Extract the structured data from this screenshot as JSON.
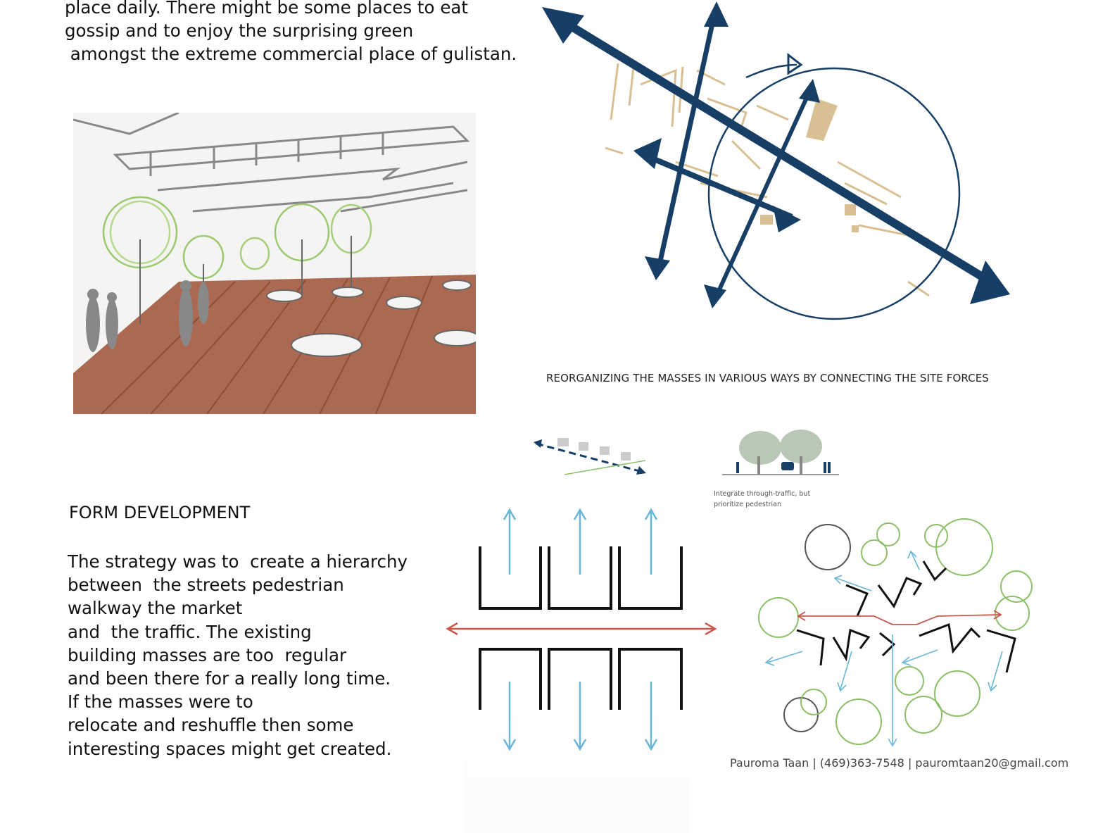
{
  "intro_lines": [
    "place daily. There might be some places to eat",
    "gossip and to enjoy the surprising green",
    " amongst the extreme commercial place of gulistan."
  ],
  "site_caption": "REORGANIZING THE MASSES IN VARIOUS WAYS BY CONNECTING THE SITE FORCES",
  "street_caption_lines": [
    "Integrate through-traffic, but",
    "prioritize pedestrian"
  ],
  "form_title": "FORM DEVELOPMENT",
  "form_lines": [
    "The strategy was to  create a hierarchy",
    "between  the streets pedestrian",
    "walkway the market",
    "and  the traffic. The existing",
    "building masses are too  regular",
    "and been there for a really long time.",
    "If the masses were to",
    "relocate and reshuffle then some",
    "interesting spaces might get created."
  ],
  "credit": "Pauroma Taan | (469)363-7548 | pauromtaan20@gmail.com",
  "colors": {
    "navy": "#173f66",
    "tan": "#dcc69a",
    "blue_arrow": "#69b7d6",
    "red_arrow": "#c9564c",
    "green": "#8cc068",
    "floor": "#9e4e36"
  },
  "icons": [
    "site-force-arrow",
    "circulation-arrow",
    "tree",
    "car",
    "pedestrian"
  ]
}
